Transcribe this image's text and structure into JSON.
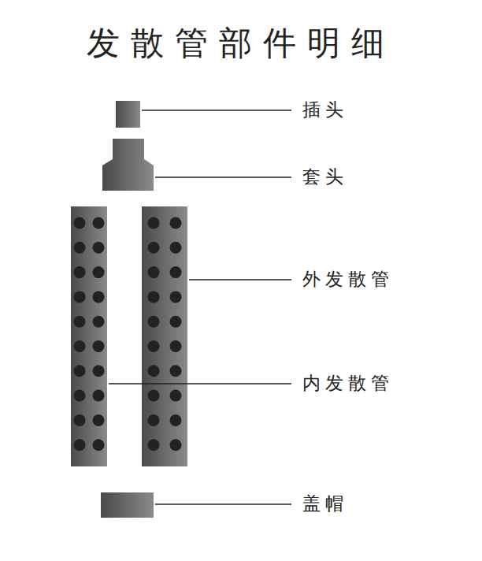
{
  "diagram": {
    "title": "发散管部件明细",
    "labels": [
      "插头",
      "套头",
      "外发散管",
      "内发散管",
      "盖帽"
    ]
  }
}
